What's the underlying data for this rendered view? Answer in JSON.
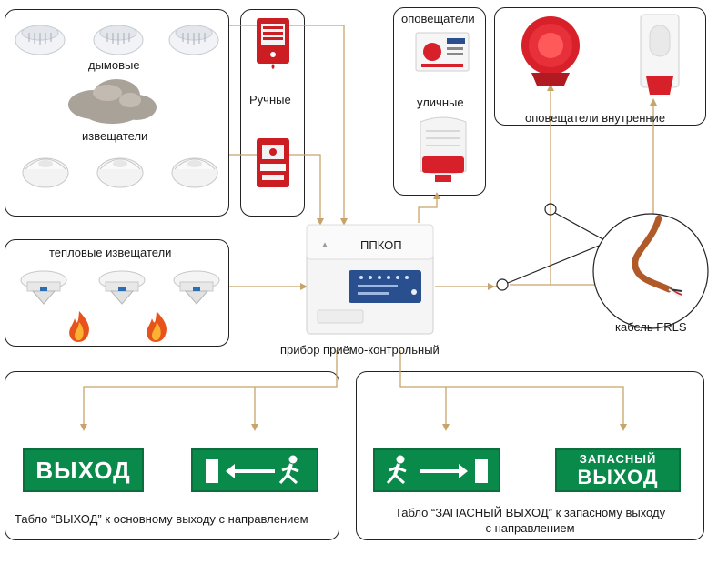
{
  "labels": {
    "smoke_1": "дымовые",
    "smoke_2": "извещатели",
    "manual": "Ручные",
    "annunciators": "оповещатели",
    "street": "уличные",
    "internal": "оповещатели внутренние",
    "heat": "тепловые извещатели",
    "panel_name": "ППКОП",
    "panel_caption": "прибор приёмо-контрольный",
    "cable": "кабель FRLS",
    "tablo_main": "Табло “ВЫХОД” к основному выходу с направлением",
    "tablo_spare_1": "Табло “ЗАПАСНЫЙ ВЫХОД” к запасному выходу",
    "tablo_spare_2": "с направлением"
  },
  "signs": {
    "exit": "ВЫХОД",
    "spare_line1": "ЗАПАСНЫЙ",
    "spare_line2": "ВЫХОД"
  },
  "colors": {
    "wire": "#c8a46a",
    "sign_green": "#0a8a4a",
    "alarm_red": "#d8202a",
    "panel_blue": "#2a4f8f"
  },
  "icons": [
    "smoke-detector-icon",
    "smoke-cloud-icon",
    "manual-call-point-icon",
    "siren-icon",
    "strobe-siren-icon",
    "heat-detector-icon",
    "flame-icon",
    "control-panel-icon",
    "cable-icon",
    "running-man-icon",
    "arrow-right-icon",
    "arrow-left-icon",
    "door-icon"
  ]
}
